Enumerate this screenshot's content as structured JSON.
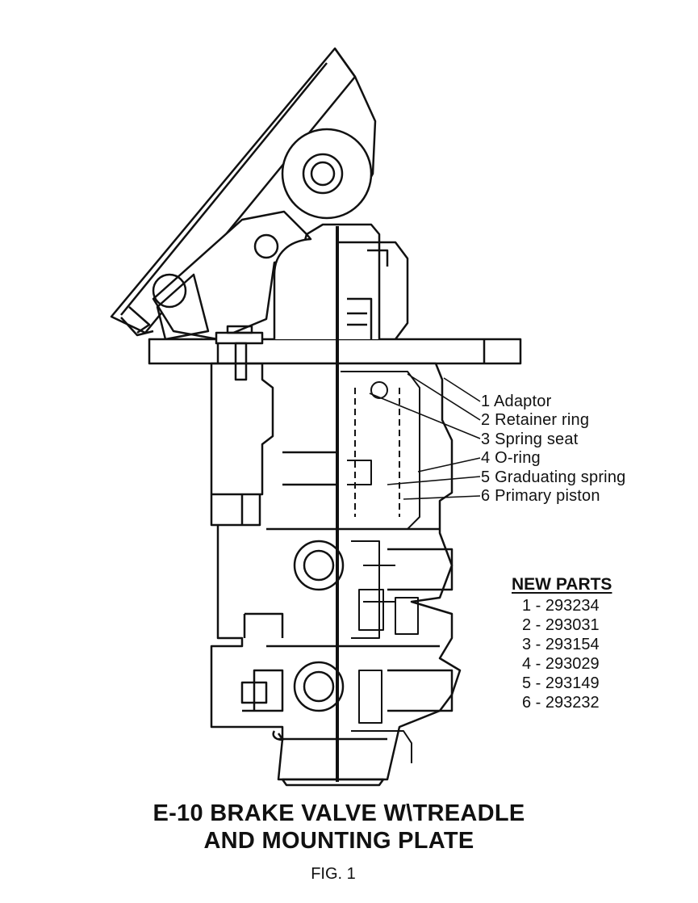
{
  "callouts": [
    {
      "label": "1 Adaptor"
    },
    {
      "label": "2 Retainer ring"
    },
    {
      "label": "3 Spring seat"
    },
    {
      "label": "4 O-ring"
    },
    {
      "label": "5 Graduating spring"
    },
    {
      "label": "6 Primary piston"
    }
  ],
  "new_parts": {
    "title": "NEW PARTS",
    "items": [
      "1 - 293234",
      "2 - 293031",
      "3 - 293154",
      "4 - 293029",
      "5 - 293149",
      "6 - 293232"
    ]
  },
  "title": {
    "line1": "E-10 BRAKE VALVE W\\TREADLE",
    "line2": "AND MOUNTING PLATE"
  },
  "figure_label": "FIG. 1"
}
